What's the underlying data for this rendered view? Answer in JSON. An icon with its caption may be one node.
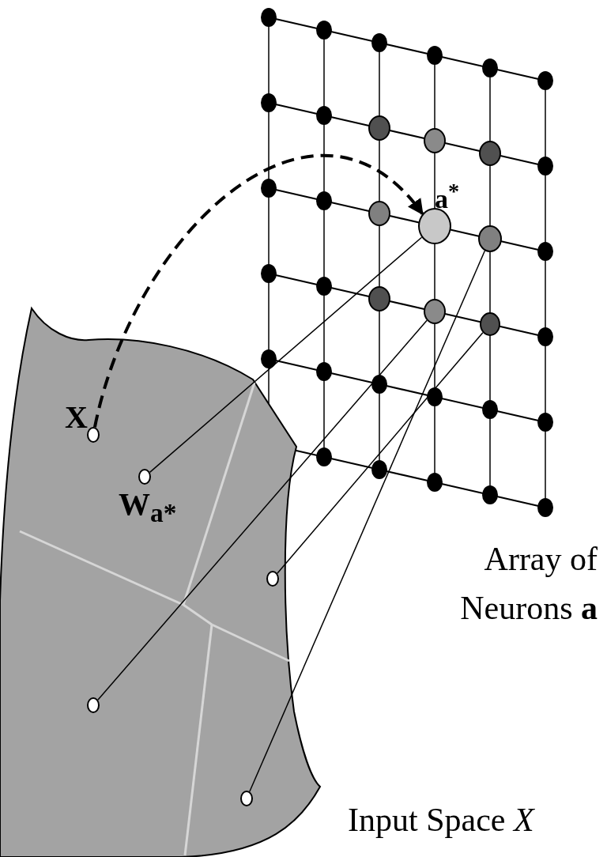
{
  "diagram": {
    "nodes": [
      {
        "text": [],
        "shape": "circle",
        "beside": [
          "X"
        ]
      },
      {
        "text": [],
        "shape": "circle",
        "beside": [
          "W$_{a*}$"
        ]
      },
      {
        "text": [],
        "shape": "circle"
      },
      {
        "text": [],
        "shape": "circle"
      },
      {
        "text": [],
        "shape": "circle"
      },
      {
        "text": [],
        "shape": "circle",
        "beside": [
          "a$^{*}$"
        ]
      },
      {
        "text": [],
        "shape": "circle"
      },
      {
        "text": [],
        "shape": "circle"
      },
      {
        "text": [],
        "shape": "circle"
      }
    ],
    "edges": [
      {
        "from": 0,
        "to": 5,
        "arrow": "to",
        "style": "dashed"
      },
      {
        "from": 5,
        "to": 1,
        "arrow": "none"
      },
      {
        "from": 6,
        "to": 3,
        "arrow": "none"
      },
      {
        "from": 7,
        "to": 4,
        "arrow": "none"
      },
      {
        "from": 8,
        "to": 2,
        "arrow": "none"
      }
    ],
    "labels": [
      "Array of Neurons **a**",
      "Input Space *X*"
    ]
  }
}
